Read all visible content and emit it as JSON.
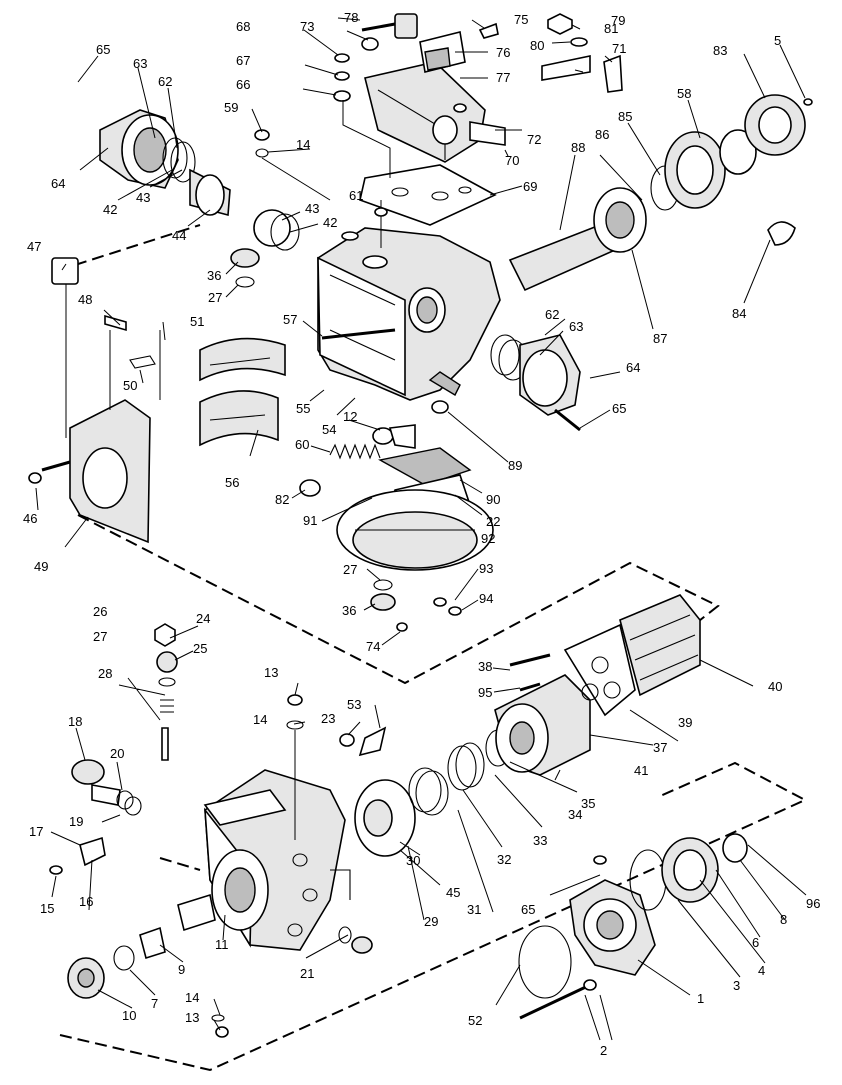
{
  "callouts": [
    "65",
    "63",
    "62",
    "64",
    "42",
    "43",
    "44",
    "47",
    "48",
    "51",
    "50",
    "46",
    "49",
    "59",
    "14",
    "68",
    "67",
    "66",
    "73",
    "78",
    "75",
    "79",
    "80",
    "81",
    "71",
    "76",
    "77",
    "72",
    "70",
    "69",
    "61",
    "43",
    "42",
    "36",
    "27",
    "57",
    "55",
    "54",
    "12",
    "60",
    "56",
    "82",
    "91",
    "22",
    "92",
    "90",
    "89",
    "88",
    "86",
    "85",
    "58",
    "83",
    "5",
    "84",
    "87",
    "62",
    "63",
    "64",
    "65",
    "27",
    "36",
    "74",
    "93",
    "94",
    "24",
    "25",
    "26",
    "27",
    "28",
    "18",
    "20",
    "19",
    "17",
    "15",
    "16",
    "13",
    "14",
    "23",
    "53",
    "30",
    "45",
    "29",
    "31",
    "32",
    "33",
    "34",
    "35",
    "41",
    "37",
    "38",
    "95",
    "39",
    "40",
    "11",
    "9",
    "7",
    "10",
    "21",
    "14",
    "13",
    "65",
    "52",
    "2",
    "1",
    "3",
    "4",
    "6",
    "8",
    "96"
  ]
}
